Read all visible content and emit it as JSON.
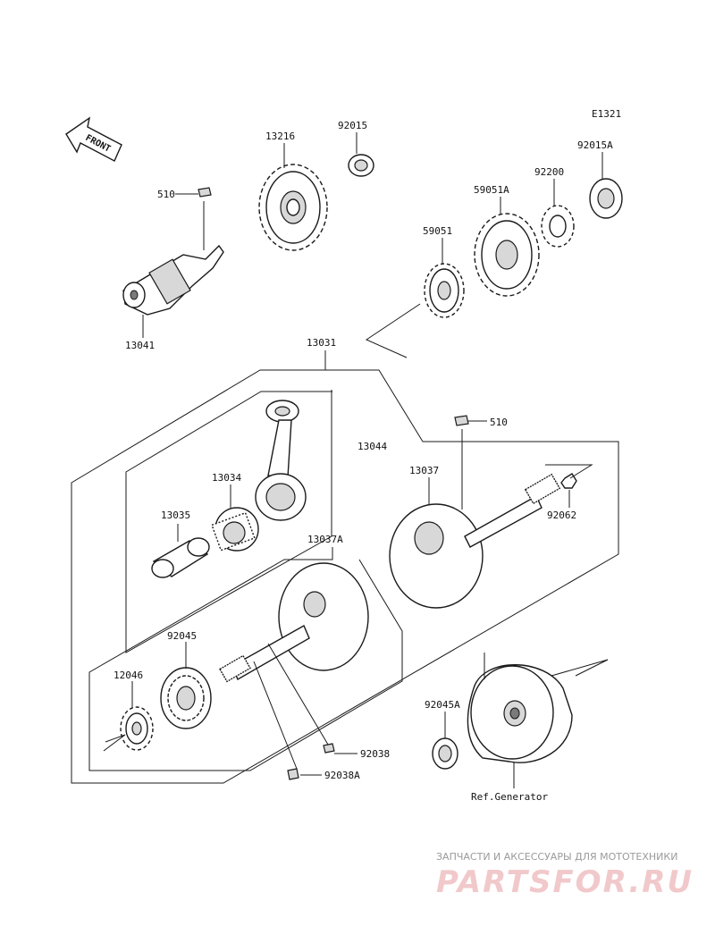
{
  "diagram_id": "E1321",
  "front_label": "FRONT",
  "parts": {
    "p510_top": "510",
    "p13041": "13041",
    "p13216": "13216",
    "p92015": "92015",
    "p92015A": "92015A",
    "p92200": "92200",
    "p59051A": "59051A",
    "p59051": "59051",
    "p13031": "13031",
    "p13044": "13044",
    "p510_mid": "510",
    "p13037": "13037",
    "p92062": "92062",
    "p13034": "13034",
    "p13035": "13035",
    "p13037A": "13037A",
    "p92045": "92045",
    "p12046": "12046",
    "p92038": "92038",
    "p92038A": "92038A",
    "p92045A": "92045A",
    "ref_generator": "Ref.Generator"
  },
  "watermark": {
    "tagline": "ЗАПЧАСТИ И АКСЕССУАРЫ ДЛЯ МОТОТЕХНИКИ",
    "brand": "PARTSFOR.RU"
  },
  "colors": {
    "line": "#1a1a1a",
    "watermark_brand": "#f1c9cb",
    "watermark_text": "#9a9a9a"
  }
}
